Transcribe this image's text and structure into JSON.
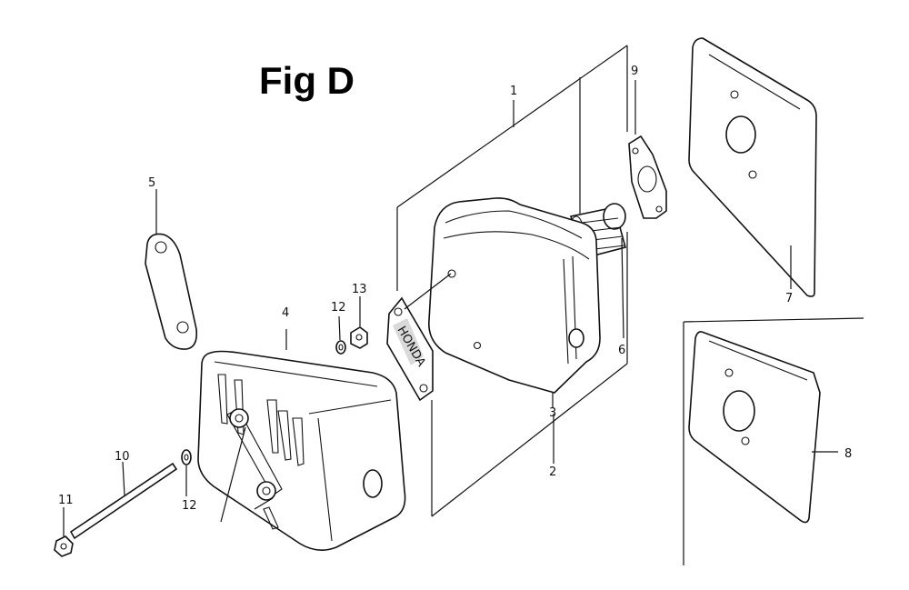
{
  "figure": {
    "title": "Fig D",
    "callouts": {
      "c1": "1",
      "c2": "2",
      "c3": "3",
      "c4": "4",
      "c5": "5",
      "c6": "6",
      "c7": "7",
      "c8": "8",
      "c9": "9",
      "c10": "10",
      "c11": "11",
      "c12a": "12",
      "c12b": "12",
      "c13": "13"
    },
    "plate_text": "HONDA"
  }
}
